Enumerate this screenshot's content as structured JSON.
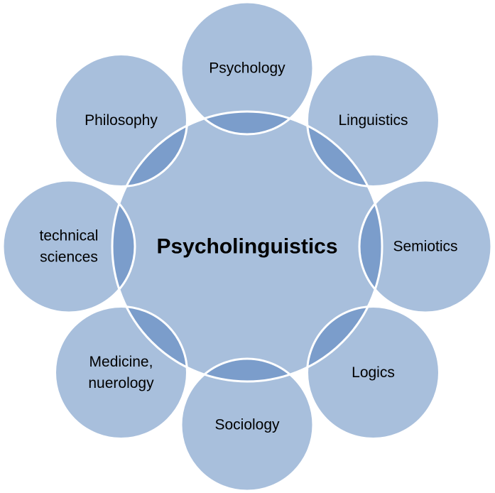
{
  "diagram": {
    "center": {
      "label": "Psycholinguistics"
    },
    "nodes": [
      {
        "id": "psychology",
        "lines": [
          "Psychology"
        ]
      },
      {
        "id": "linguistics",
        "lines": [
          "Linguistics"
        ]
      },
      {
        "id": "semiotics",
        "lines": [
          "Semiotics"
        ]
      },
      {
        "id": "logics",
        "lines": [
          "Logics"
        ]
      },
      {
        "id": "sociology",
        "lines": [
          "Sociology"
        ]
      },
      {
        "id": "medicine",
        "lines": [
          "Medicine,",
          "nuerology"
        ]
      },
      {
        "id": "technical-sciences",
        "lines": [
          "technical",
          "sciences"
        ]
      },
      {
        "id": "philosophy",
        "lines": [
          "Philosophy"
        ]
      }
    ]
  },
  "colors": {
    "circle_fill": "#a8bfdc",
    "overlap_fill": "#7b9dcb",
    "border": "#ffffff"
  }
}
